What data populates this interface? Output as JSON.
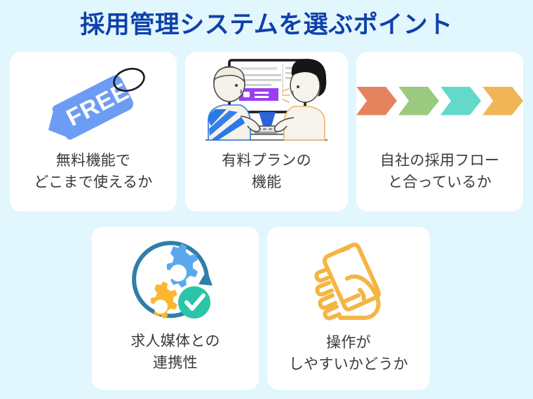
{
  "page": {
    "title": "採用管理システムを選ぶポイント",
    "background_color": "#e2f7fd",
    "title_color": "#0f41ab",
    "card_background": "#ffffff",
    "label_color": "#3a3a3a"
  },
  "cards": [
    {
      "id": "free-features",
      "icon": "price-tag-free-icon",
      "icon_text": "FREE",
      "icon_colors": {
        "tag": "#6d9cf4",
        "text": "#ffffff",
        "ring": "#1a1a1a"
      },
      "label": "無料機能で\nどこまで使えるか",
      "label_line1": "無料機能で",
      "label_line2": "どこまで使えるか"
    },
    {
      "id": "paid-plan-features",
      "icon": "two-people-at-monitor-icon",
      "icon_colors": {
        "stripe_blue": "#2979e8",
        "hair_black": "#161616",
        "skin_outline": "#f0b36a",
        "screen_highlight": "#9c3df0",
        "monitor_frame": "#1a1a1a",
        "body_cream": "#f5f2e9"
      },
      "label": "有料プランの\n機能",
      "label_line1": "有料プランの",
      "label_line2": "機能"
    },
    {
      "id": "recruitment-flow-match",
      "icon": "four-chevron-process-icon",
      "chevrons": [
        {
          "name": "step-1",
          "color": "#e4845f"
        },
        {
          "name": "step-2",
          "color": "#9bc97e"
        },
        {
          "name": "step-3",
          "color": "#63d9ca"
        },
        {
          "name": "step-4",
          "color": "#f0b555"
        }
      ],
      "label": "自社の採用フロー\nと合っているか",
      "label_line1": "自社の採用フロー",
      "label_line2": "と合っているか"
    },
    {
      "id": "job-board-integration",
      "icon": "gears-sync-check-icon",
      "icon_colors": {
        "gear_blue": "#5aa9ef",
        "gear_orange": "#fbb731",
        "check_circle": "#2bc4a8",
        "check_mark": "#ffffff",
        "arrow_ring": "#2f7fa8"
      },
      "label": "求人媒体との\n連携性",
      "label_line1": "求人媒体との",
      "label_line2": "連携性"
    },
    {
      "id": "ease-of-use",
      "icon": "hand-holding-smartphone-icon",
      "icon_colors": {
        "outline": "#f5b544"
      },
      "label": "操作が\nしやすいかどうか",
      "label_line1": "操作が",
      "label_line2": "しやすいかどうか"
    }
  ]
}
